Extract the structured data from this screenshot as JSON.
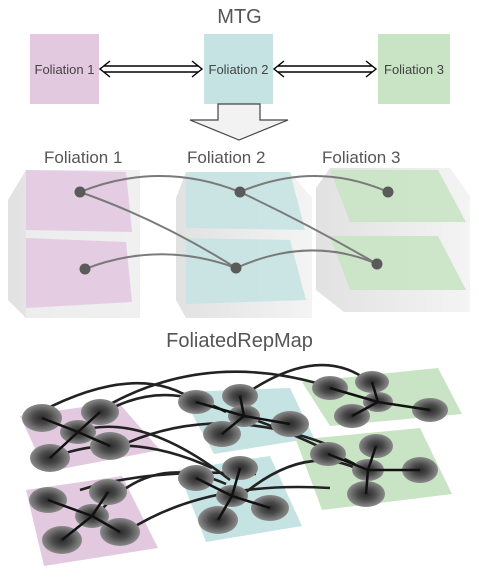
{
  "titles": {
    "mtg": "MTG",
    "foliated_rep_map": "FoliatedRepMap"
  },
  "foliations": [
    {
      "label": "Foliation 1",
      "color": "#e2c9e0"
    },
    {
      "label": "Foliation 2",
      "color": "#c6e3e3"
    },
    {
      "label": "Foliation 3",
      "color": "#c9e4c4"
    }
  ],
  "icons": [
    "double-arrow-icon",
    "down-arrow-icon"
  ]
}
